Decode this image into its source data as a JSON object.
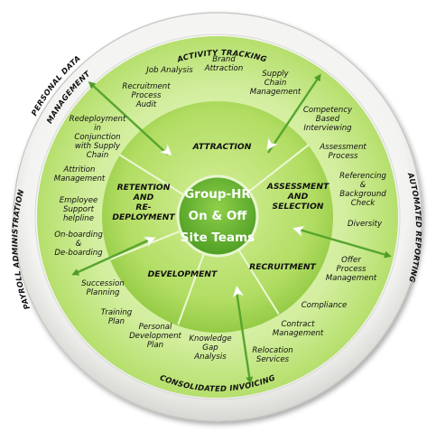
{
  "center": {
    "lines": [
      "Group-HR",
      "On & Off",
      "Site Teams"
    ]
  },
  "outer_ring": {
    "top": "ACTIVITY TRACKING",
    "right": "AUTOMATED REPORTING",
    "bottom": "CONSOLIDATED INVOICING",
    "left": "PAYROLL ADMINISTRATION",
    "top_left": [
      "PERSONAL DATA",
      "MANAGEMENT"
    ]
  },
  "sections": {
    "attraction": [
      "ATTRACTION"
    ],
    "assessment": [
      "ASSESSMENT",
      "AND",
      "SELECTION"
    ],
    "recruitment": [
      "RECRUITMENT"
    ],
    "development": [
      "DEVELOPMENT"
    ],
    "retention": [
      "RETENTION",
      "AND",
      "RE-",
      "DEPLOYMENT"
    ]
  },
  "items": {
    "job_analysis": [
      "Job Analysis"
    ],
    "brand_attraction": [
      "Brand",
      "Attraction"
    ],
    "recruitment_process_audit": [
      "Recruitment",
      "Process",
      "Audit"
    ],
    "supply_chain_management": [
      "Supply",
      "Chain",
      "Management"
    ],
    "competency_interviewing": [
      "Competency",
      "Based",
      "Interviewing"
    ],
    "assessment_process": [
      "Assessment",
      "Process"
    ],
    "referencing": [
      "Referencing",
      "&",
      "Background",
      "Check"
    ],
    "diversity": [
      "Diversity"
    ],
    "offer_process": [
      "Offer",
      "Process",
      "Management"
    ],
    "compliance": [
      "Compliance"
    ],
    "contract_management": [
      "Contract",
      "Management"
    ],
    "relocation_services": [
      "Relocation",
      "Services"
    ],
    "knowledge_gap": [
      "Knowledge",
      "Gap",
      "Analysis"
    ],
    "personal_development": [
      "Personal",
      "Development",
      "Plan"
    ],
    "training_plan": [
      "Training",
      "Plan"
    ],
    "succession_planning": [
      "Succession",
      "Planning"
    ],
    "onboarding": [
      "On-boarding",
      "&",
      "De-boarding"
    ],
    "employee_support": [
      "Employee",
      "Support",
      "helpline"
    ],
    "attrition_management": [
      "Attrition",
      "Management"
    ],
    "redeployment": [
      "Redeployment",
      "in",
      "Conjunction",
      "with Supply",
      "Chain"
    ]
  },
  "colors": {
    "outer_ring": "#f1f1ef",
    "outer_ring_edge": "#c9c9c5",
    "light_green": "#cbe99a",
    "mid_green": "#a6d65a",
    "dark_green": "#6fb83a",
    "arrow": "#56a52e"
  }
}
